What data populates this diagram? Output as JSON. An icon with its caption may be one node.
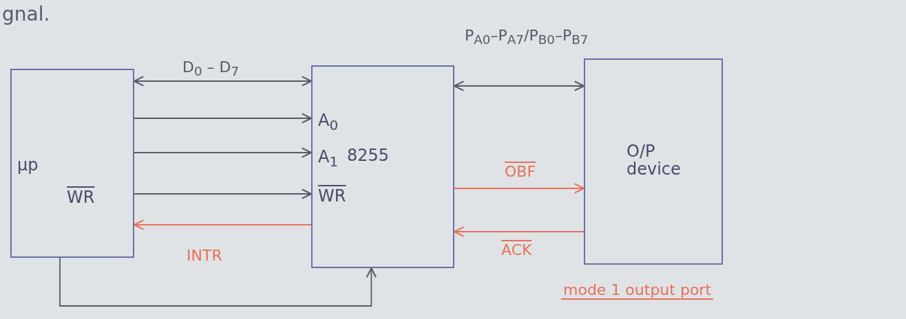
{
  "diagram": {
    "caption": "mode 1 output port",
    "nodes": [
      {
        "text": [
          "μp",
          "WR"
        ]
      },
      {
        "text": [
          "A$_{0}$",
          "A$_{1}$",
          "8255",
          "WR"
        ]
      },
      {
        "text": [
          "O/P device"
        ]
      }
    ],
    "edges": [
      {
        "from": 0,
        "to": 1,
        "arrow": "both",
        "label": "D$_{0}$ – D$_{7}$"
      },
      {
        "from": 0,
        "to": 1,
        "arrow": "to"
      },
      {
        "from": 0,
        "to": 1,
        "arrow": "to"
      },
      {
        "from": 0,
        "to": 1,
        "arrow": "to"
      },
      {
        "from": 1,
        "to": 0,
        "arrow": "to",
        "label": "INTR",
        "color": "#e8705a"
      },
      {
        "from": 1,
        "to": 2,
        "arrow": "both",
        "label": "P$_{A0}$–P$_{A7}$/P$_{B0}$–P$_{B7}$"
      },
      {
        "from": 1,
        "to": 2,
        "arrow": "to",
        "label": "OBF",
        "color": "#e8705a"
      },
      {
        "from": 2,
        "to": 1,
        "arrow": "to",
        "label": "ACK",
        "color": "#e8705a"
      },
      {
        "from": 0,
        "to": 1,
        "arrow": "to"
      }
    ],
    "labels": [
      "gnal."
    ]
  }
}
